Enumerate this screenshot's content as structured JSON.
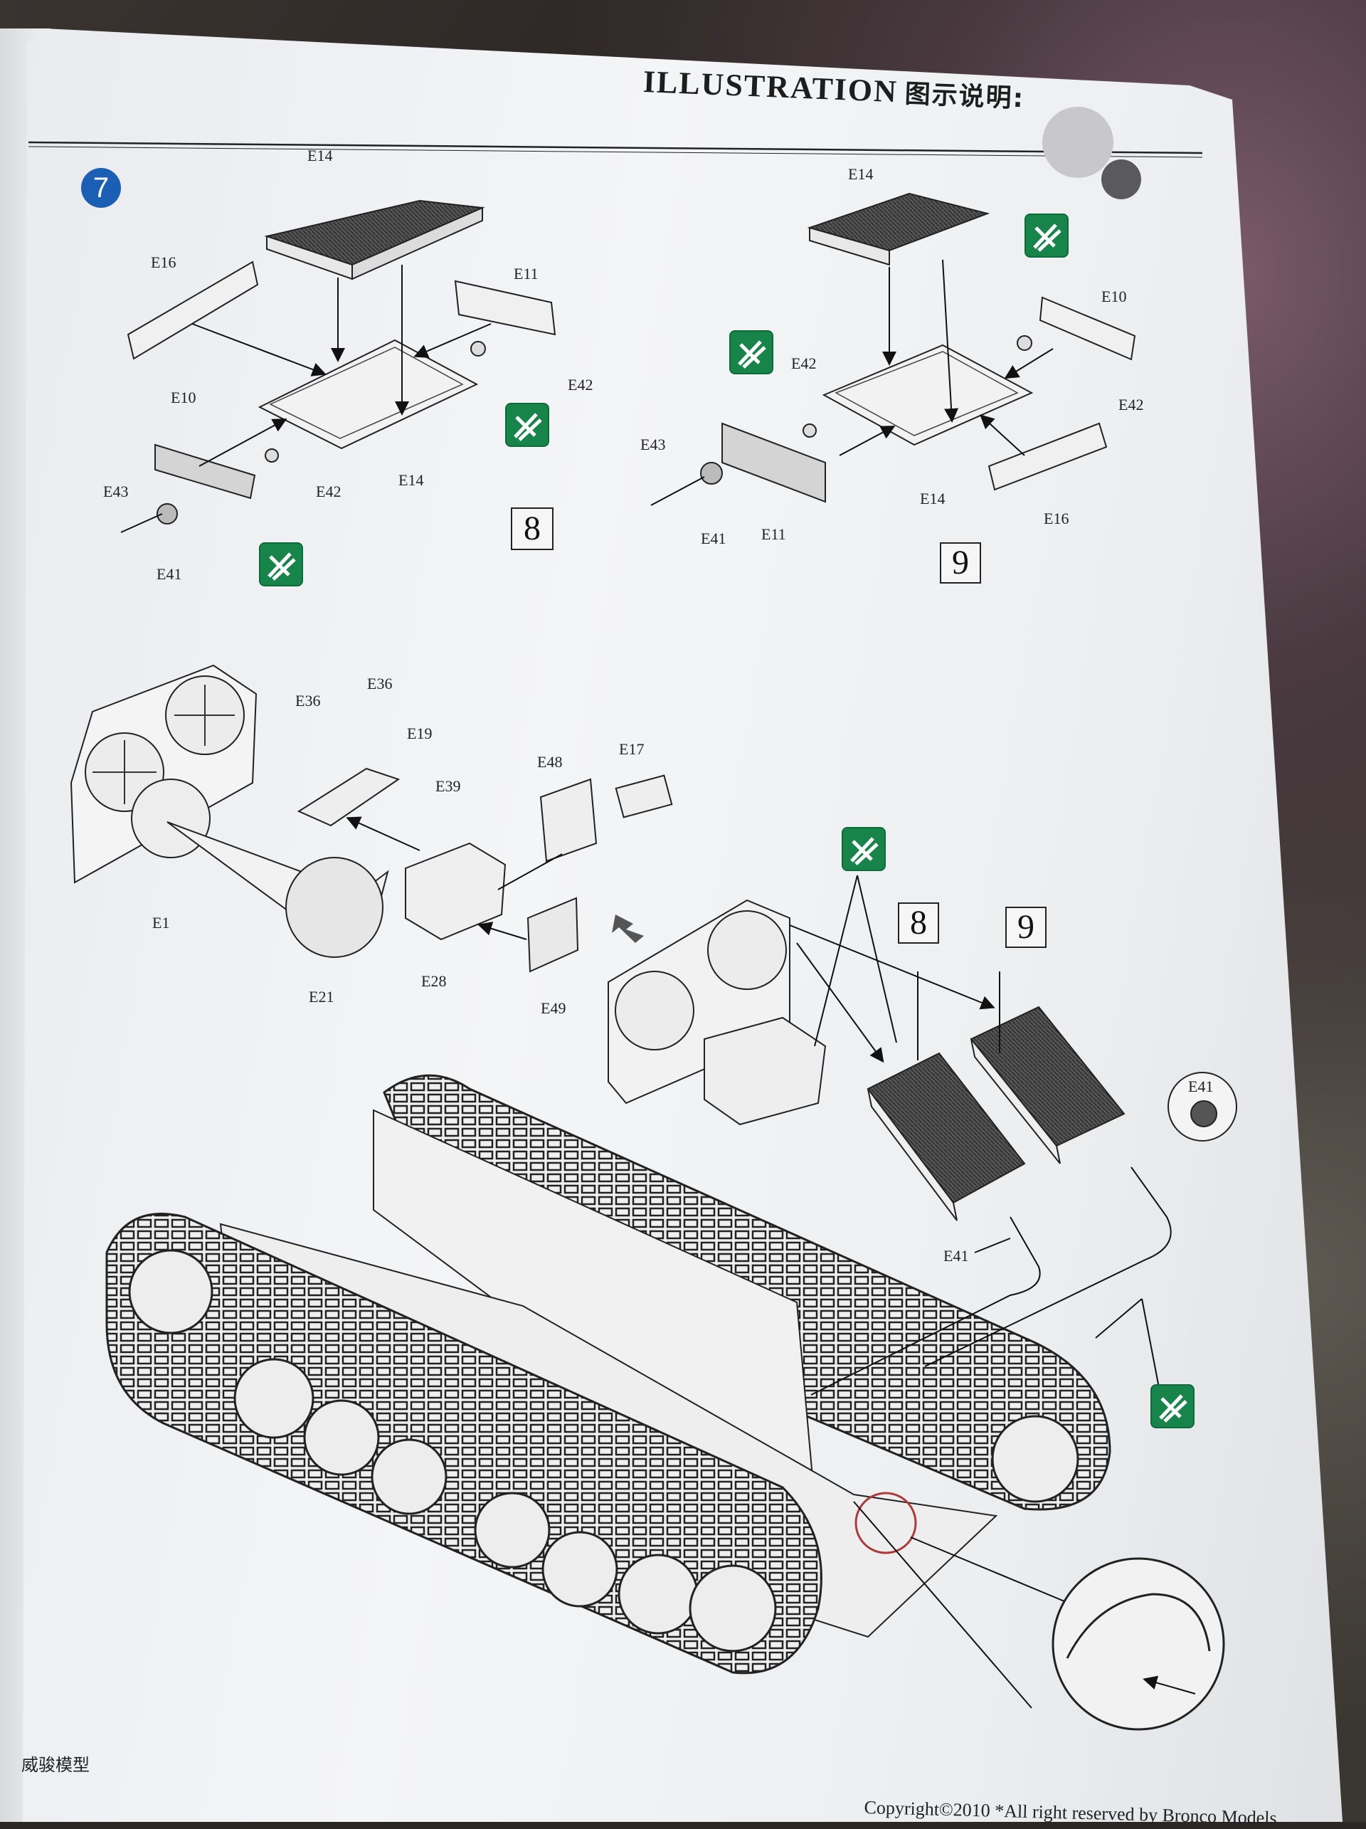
{
  "header": {
    "title": "ILLUSTRATION",
    "title_cn": "图示说明:"
  },
  "step": {
    "number": "7"
  },
  "callouts": {
    "box8": "8",
    "box9": "9"
  },
  "parts": {
    "e14": "E14",
    "e16": "E16",
    "e11": "E11",
    "e10": "E10",
    "e42": "E42",
    "e43": "E43",
    "e41": "E41",
    "e36": "E36",
    "e19": "E19",
    "e48": "E48",
    "e17": "E17",
    "e39": "E39",
    "e1": "E1",
    "e21": "E21",
    "e28": "E28",
    "e49": "E49"
  },
  "footer": {
    "brand_cn": "威骏模型",
    "copyright": "Copyright©2010  *All right reserved by Bronco Models"
  },
  "colors": {
    "glue_icon": "#17854a",
    "step_badge": "#1a5fb4",
    "detail_circle": "#b03a3a"
  },
  "icons": [
    "glue-icon",
    "step-number-badge",
    "arrow-icon"
  ]
}
